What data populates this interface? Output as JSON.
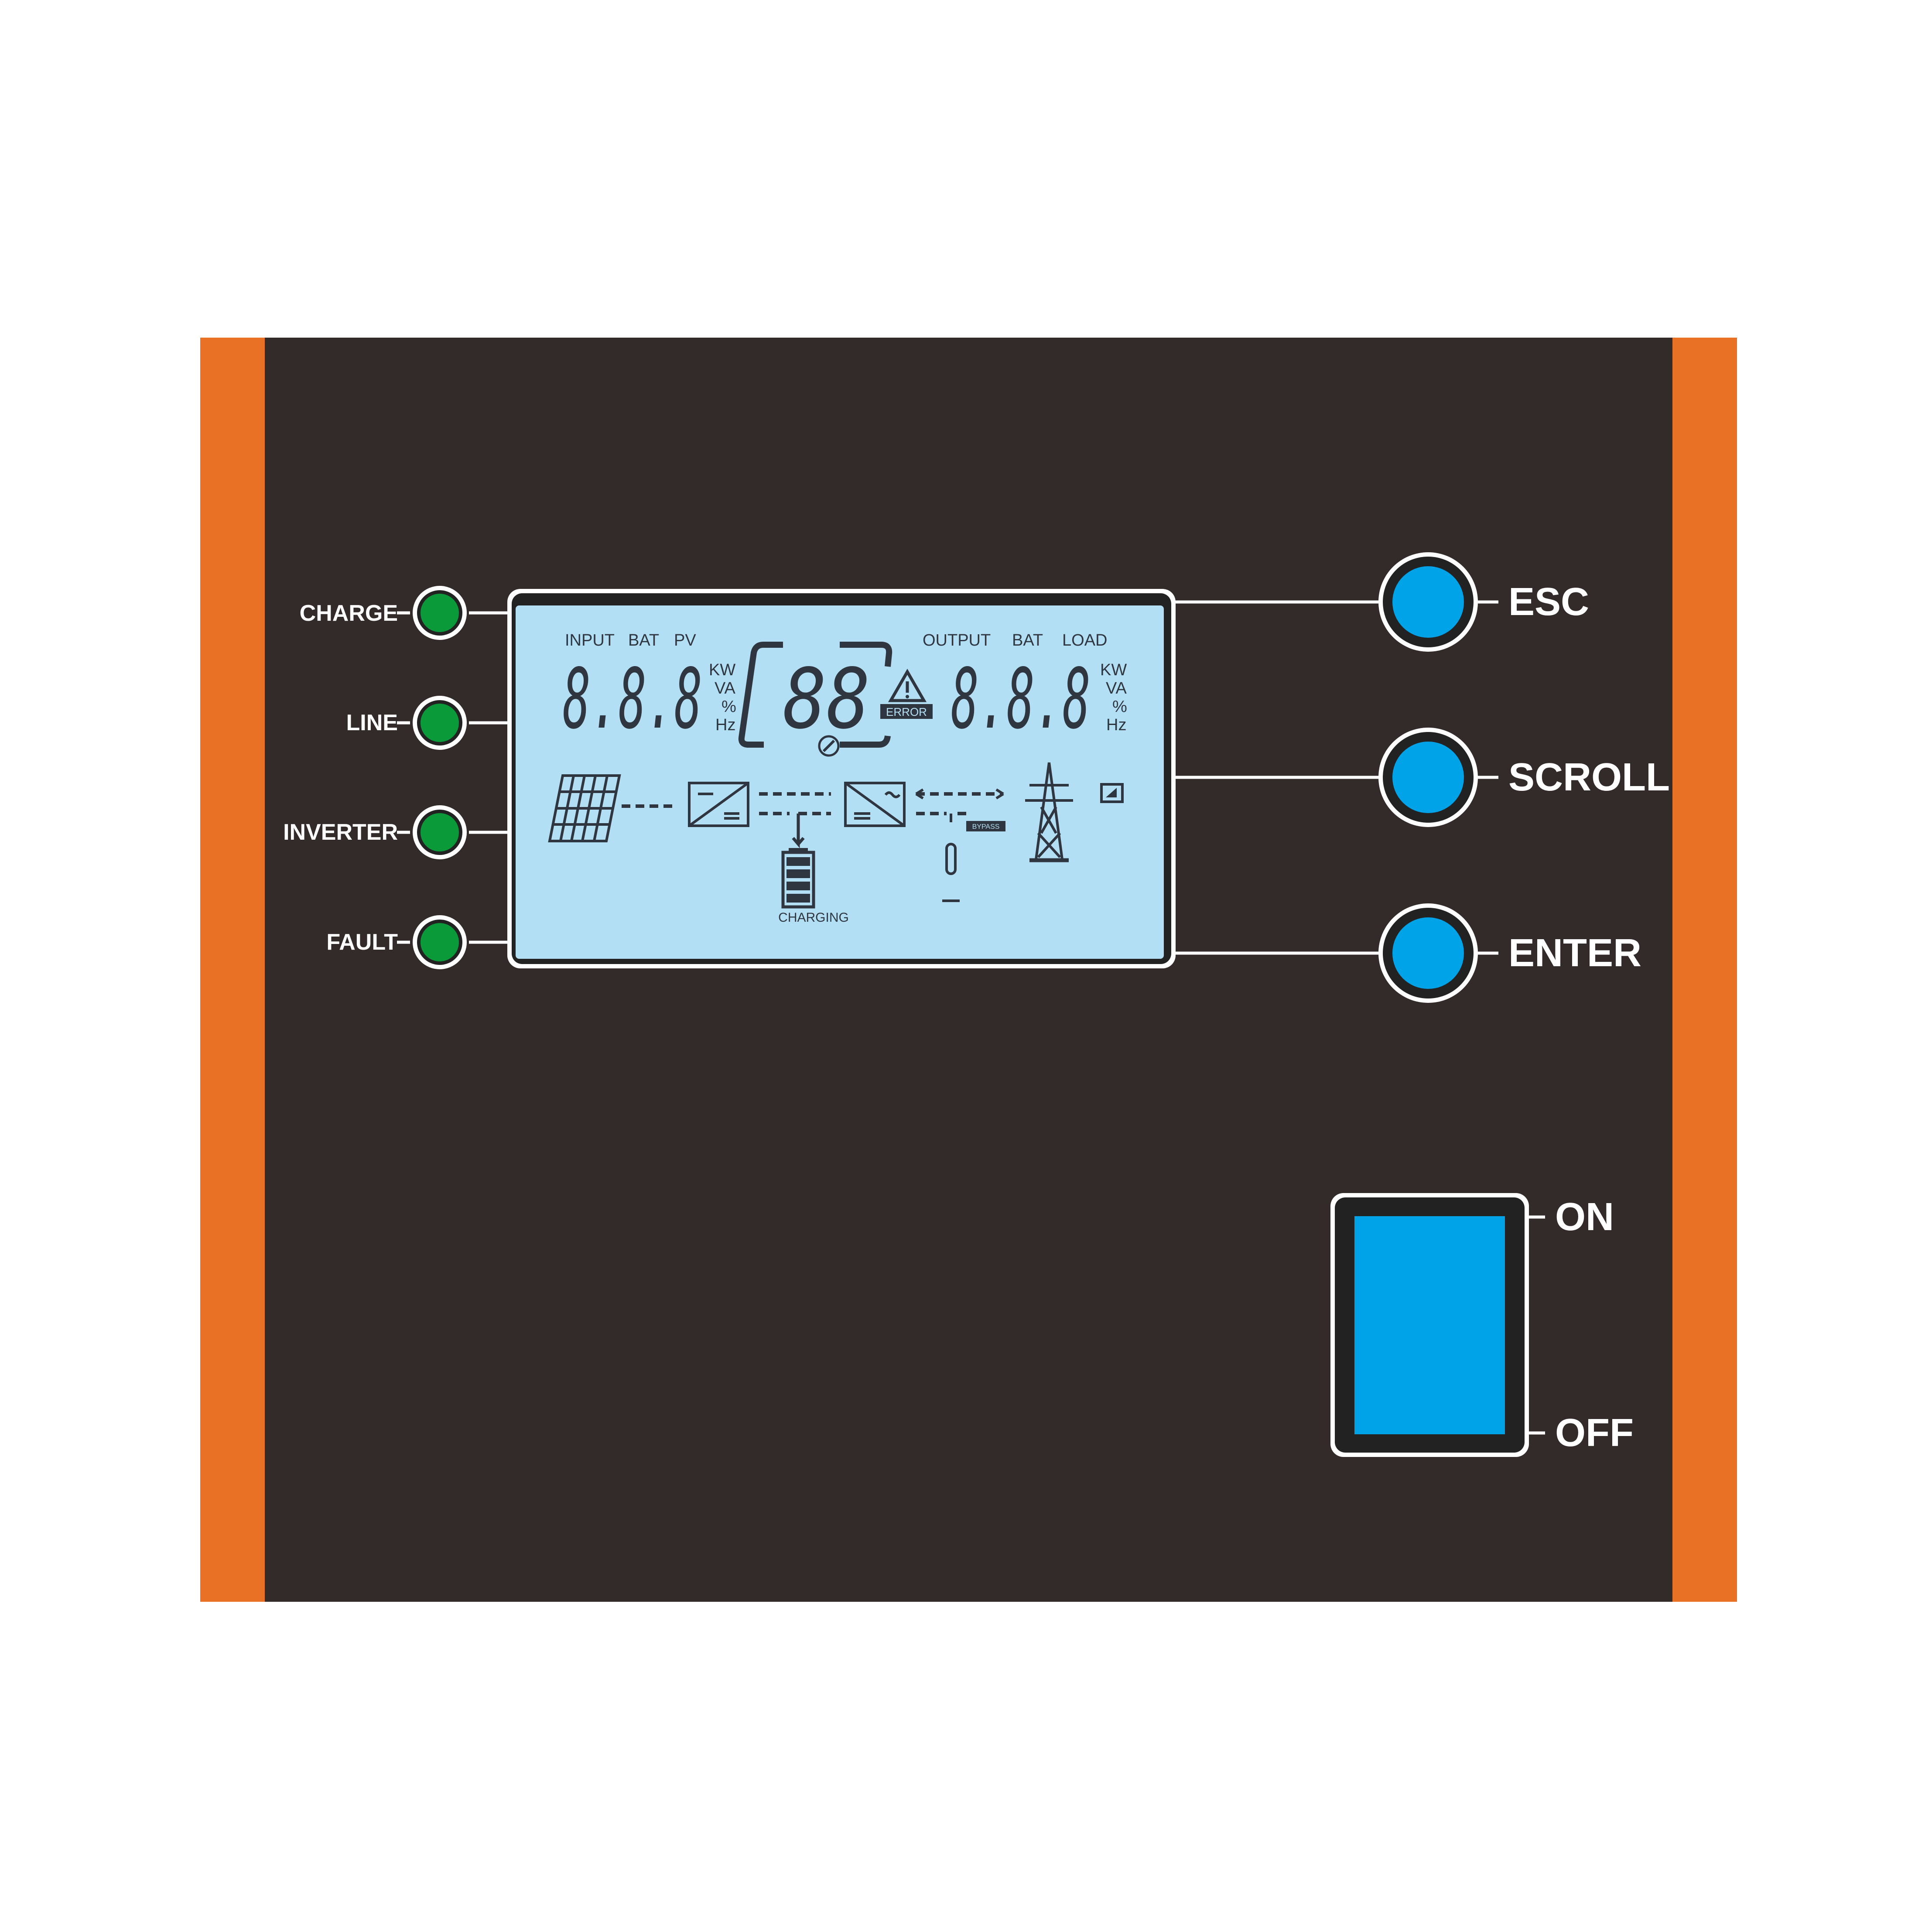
{
  "indicators": [
    {
      "label": "CHARGE",
      "color": "#0a9a3a"
    },
    {
      "label": "LINE",
      "color": "#0a9a3a"
    },
    {
      "label": "INVERTER",
      "color": "#0a9a3a"
    },
    {
      "label": "FAULT",
      "color": "#0a9a3a"
    }
  ],
  "buttons": [
    {
      "label": "ESC",
      "color": "#00a2e8"
    },
    {
      "label": "SCROLL",
      "color": "#00a2e8"
    },
    {
      "label": "ENTER",
      "color": "#00a2e8"
    }
  ],
  "power_switch": {
    "on_label": "ON",
    "off_label": "OFF",
    "color": "#00a2e8"
  },
  "lcd": {
    "background": "#b3dff5",
    "left": {
      "labels": [
        "INPUT",
        "BAT",
        "PV"
      ],
      "digits": "8.8.8",
      "units": [
        "KW",
        "VA",
        "%",
        "Hz"
      ]
    },
    "center": {
      "digits": "88",
      "error_label": "ERROR"
    },
    "right": {
      "labels": [
        "OUTPUT",
        "BAT",
        "LOAD"
      ],
      "digits": "8.8.8",
      "units": [
        "KW",
        "VA",
        "%",
        "Hz"
      ]
    },
    "charging_label": "CHARGING",
    "bypass_label": "BYPASS"
  },
  "colors": {
    "panel": "#332b29",
    "accent": "#e87125"
  }
}
